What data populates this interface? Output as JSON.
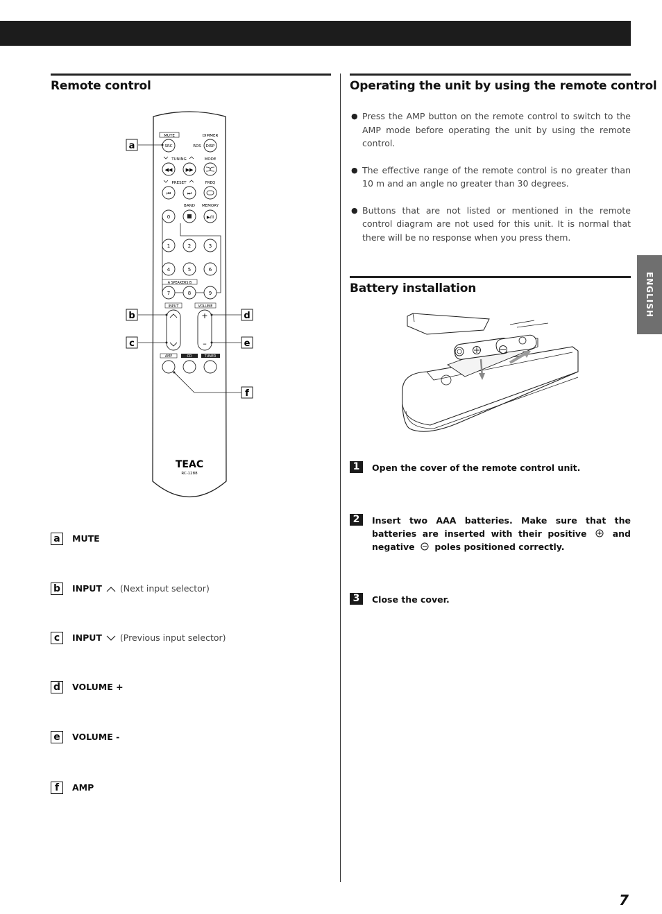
{
  "left": {
    "title": "Remote control",
    "remote_labels": {
      "mute": "MUTE",
      "dimmer": "DIMMER",
      "src": "SRC",
      "rds": "RDS",
      "disp": "DISP",
      "tuning": "TUNING",
      "mode": "MODE",
      "preset": "PRESET",
      "freq": "FREQ",
      "band": "BAND",
      "memory": "MEMORY",
      "speakers": "A  SPEAKERS  B",
      "input": "INPUT",
      "volume": "VOLUME",
      "amp": "AMP",
      "cd": "CD",
      "tuner": "TUNER",
      "brand": "TEAC",
      "model": "RC-1288",
      "digits": [
        "0",
        "1",
        "2",
        "3",
        "4",
        "5",
        "6",
        "7",
        "8",
        "9"
      ]
    },
    "callouts": [
      "a",
      "b",
      "c",
      "d",
      "e",
      "f"
    ],
    "legend": [
      {
        "key": "a",
        "name": "MUTE",
        "desc": "",
        "icon": ""
      },
      {
        "key": "b",
        "name": "INPUT",
        "desc": "(Next input selector)",
        "icon": "chevron-up-icon"
      },
      {
        "key": "c",
        "name": "INPUT",
        "desc": "(Previous input selector)",
        "icon": "chevron-down-icon"
      },
      {
        "key": "d",
        "name": "VOLUME +",
        "desc": "",
        "icon": ""
      },
      {
        "key": "e",
        "name": "VOLUME -",
        "desc": "",
        "icon": ""
      },
      {
        "key": "f",
        "name": "AMP",
        "desc": "",
        "icon": ""
      }
    ]
  },
  "right": {
    "operating_title": "Operating the unit by using the remote control",
    "bullets": [
      "Press the AMP button on the remote control to switch to the AMP mode before operating the unit by using the remote control.",
      "The effective range of the remote control is no greater than 10 m and an angle no greater than 30 degrees.",
      "Buttons that are not listed or mentioned in the remote control diagram are not used for this unit. It is normal that there will be no response when you press them."
    ],
    "battery_title": "Battery installation",
    "steps": [
      {
        "num": "1",
        "text": "Open the cover of the remote control unit."
      },
      {
        "num": "2",
        "text_a": "Insert two AAA batteries. Make sure that the batteries are inserted with their positive",
        "text_b": "and negative",
        "text_c": "poles positioned correctly."
      },
      {
        "num": "3",
        "text": "Close the cover."
      }
    ]
  },
  "side_tab": "ENGLISH",
  "page_number": "7"
}
